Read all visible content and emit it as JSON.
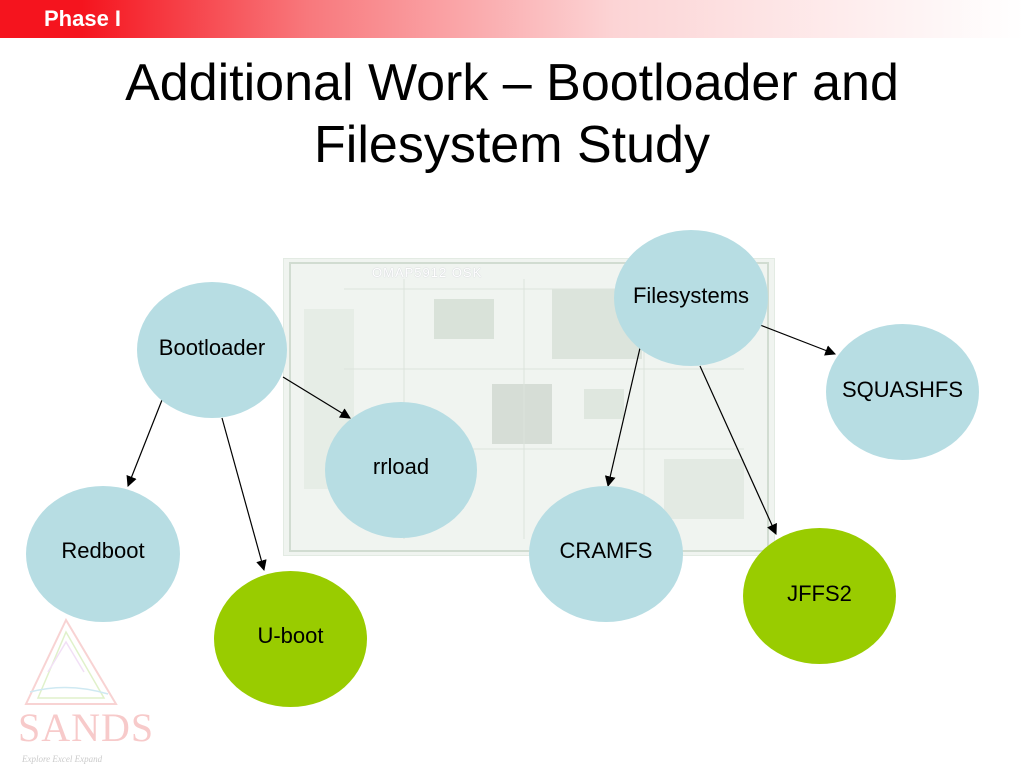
{
  "header": {
    "phase_label": "Phase I"
  },
  "title": {
    "line1": "Additional Work – Bootloader and",
    "line2": "Filesystem Study"
  },
  "background_board": {
    "label": "OMAP5912 OSK"
  },
  "diagram": {
    "nodes": {
      "bootloader": "Bootloader",
      "rrload": "rrload",
      "redboot": "Redboot",
      "uboot": "U-boot",
      "filesystems": "Filesystems",
      "squashfs": "SQUASHFS",
      "cramfs": "CRAMFS",
      "jffs2": "JFFS2"
    },
    "edges": [
      [
        "bootloader",
        "rrload"
      ],
      [
        "bootloader",
        "redboot"
      ],
      [
        "bootloader",
        "uboot"
      ],
      [
        "filesystems",
        "squashfs"
      ],
      [
        "filesystems",
        "cramfs"
      ],
      [
        "filesystems",
        "jffs2"
      ]
    ],
    "colors": {
      "default": "#b7dde3",
      "highlight": "#99cc00"
    },
    "highlighted": [
      "uboot",
      "jffs2"
    ]
  },
  "logo": {
    "text": "SANDS",
    "tagline": "Explore Excel Expand"
  }
}
